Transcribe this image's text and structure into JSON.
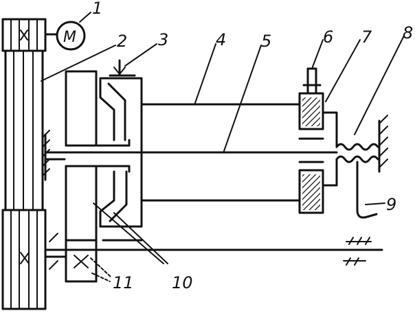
{
  "motor_symbol": "M",
  "labels": {
    "l1": "1",
    "l2": "2",
    "l3": "3",
    "l4": "4",
    "l5": "5",
    "l6": "6",
    "l7": "7",
    "l8": "8",
    "l9": "9",
    "l10": "10",
    "l11": "11"
  }
}
